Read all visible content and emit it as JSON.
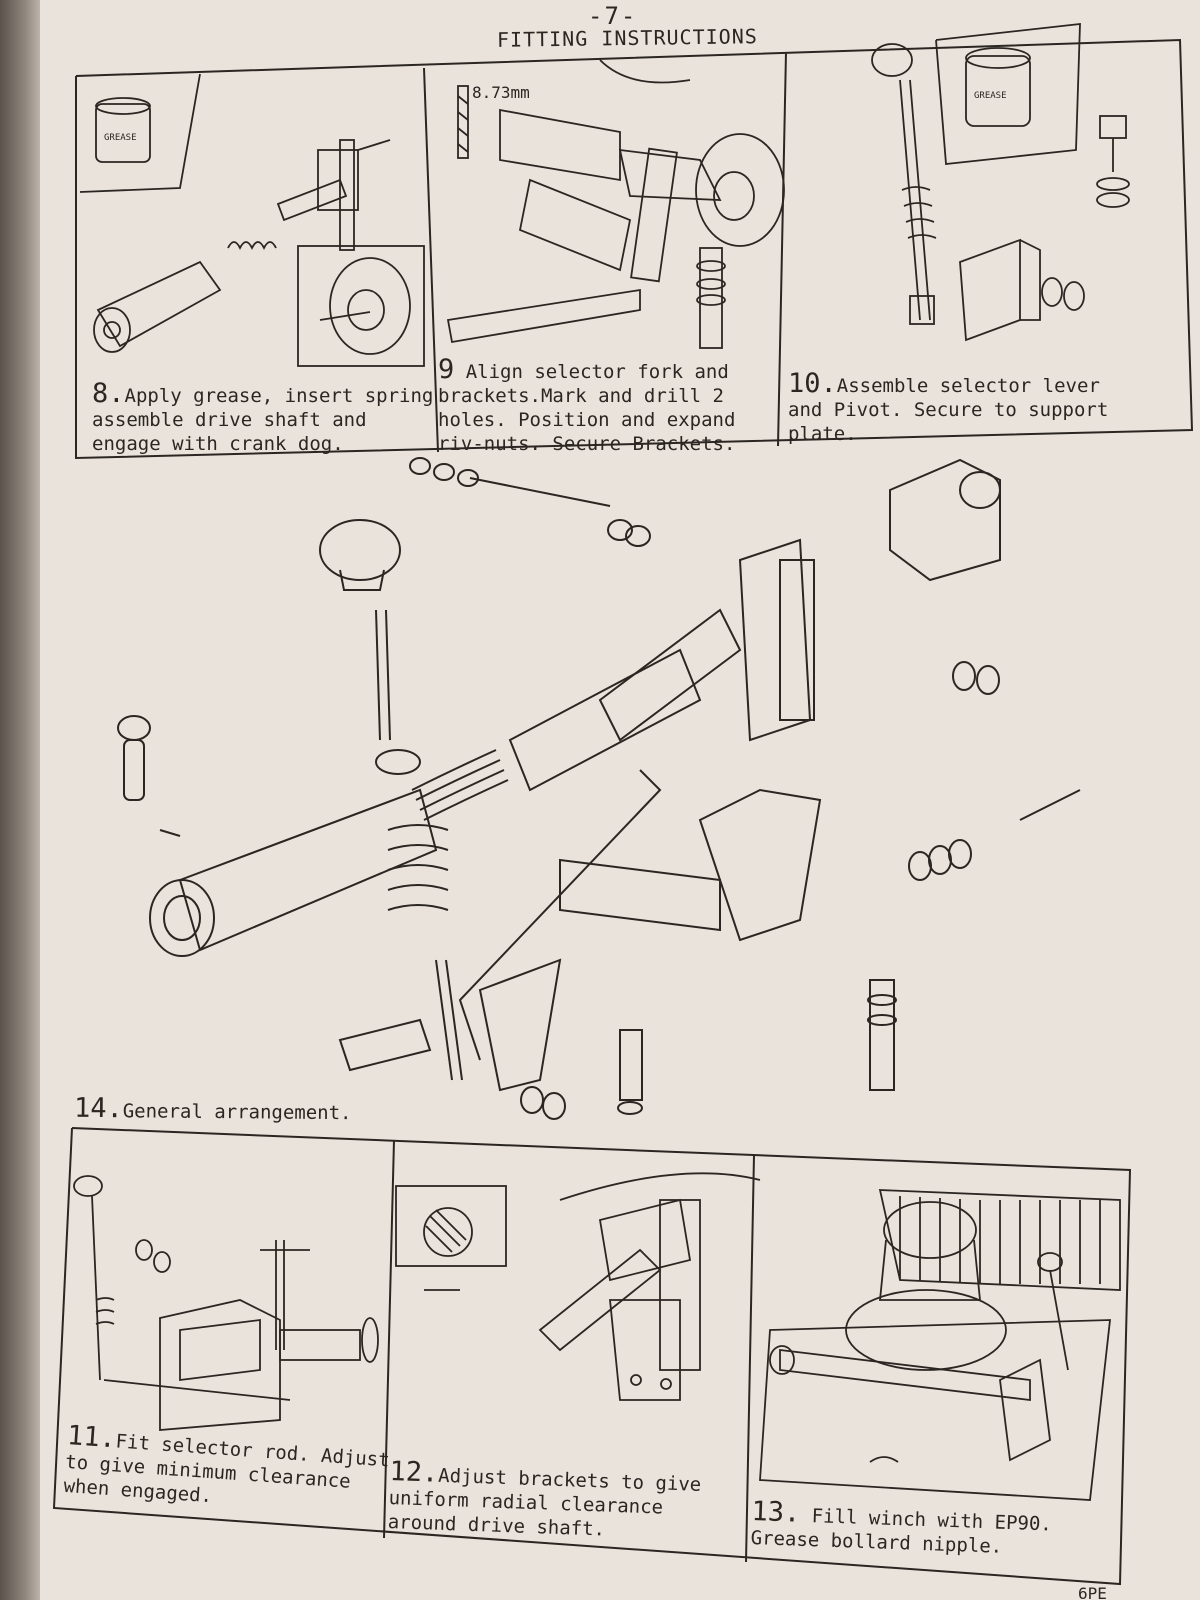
{
  "header": {
    "page_number": "-7-",
    "title": "FITTING INSTRUCTIONS"
  },
  "steps": {
    "s8": {
      "num": "8.",
      "lines": [
        "Apply grease, insert spring",
        "assemble drive shaft and",
        "engage with crank dog."
      ],
      "label_grease": "GREASE"
    },
    "s9": {
      "num": "9",
      "lines": [
        " Align selector fork and",
        "brackets.Mark and drill 2",
        "holes. Position and expand",
        "riv-nuts. Secure Brackets."
      ],
      "drill_size": "8.73mm"
    },
    "s10": {
      "num": "10.",
      "lines": [
        "Assemble selector lever",
        "and Pivot. Secure to support",
        "plate."
      ],
      "label_grease": "GREASE"
    },
    "s14": {
      "num": "14.",
      "lines": [
        "General arrangement."
      ]
    },
    "s11": {
      "num": "11.",
      "lines": [
        "Fit selector rod. Adjust",
        "to give minimum clearance",
        "when engaged."
      ]
    },
    "s12": {
      "num": "12.",
      "lines": [
        "Adjust brackets to give",
        "uniform radial clearance",
        "around drive shaft."
      ]
    },
    "s13": {
      "num": "13.",
      "lines": [
        " Fill winch with EP90.",
        "Grease bollard nipple."
      ]
    }
  },
  "footer": {
    "code": "6PE"
  }
}
